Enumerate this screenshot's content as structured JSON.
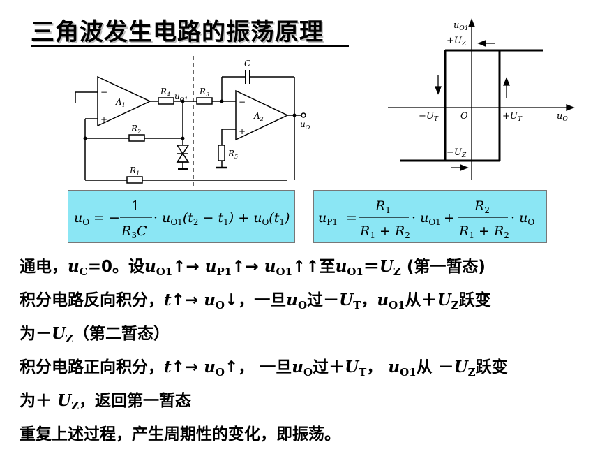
{
  "title": "三角波发生电路的振荡原理",
  "circuit": {
    "opamp1": "A",
    "opamp1_sub": "1",
    "opamp2": "A",
    "opamp2_sub": "2",
    "minus": "−",
    "plus": "+",
    "r4": "R",
    "r4_sub": "4",
    "r3": "R",
    "r3_sub": "3",
    "r2": "R",
    "r2_sub": "2",
    "r1": "R",
    "r1_sub": "1",
    "r5": "R",
    "r5_sub": "5",
    "cap": "C",
    "uo1": "u",
    "uo1_sub": "O1",
    "uo": "u",
    "uo_sub": "O"
  },
  "hysteresis": {
    "y_axis": "u",
    "y_axis_sub": "O1",
    "top_level": "+U",
    "top_level_sub": "Z",
    "bottom_level": "−U",
    "bottom_level_sub": "Z",
    "left_thr": "−U",
    "left_thr_sub": "T",
    "right_thr": "+U",
    "right_thr_sub": "T",
    "origin": "O",
    "x_axis": "u",
    "x_axis_sub": "O"
  },
  "formula1": {
    "lhs": "u",
    "lhs_sub": "O",
    "eq_minus": "= −",
    "num": "1",
    "den_r": "R",
    "den_sub": "3",
    "den_c": "C",
    "term": "· u",
    "term_sub": "O1",
    "paren": "(t",
    "t2": "2",
    "minus_t": " − t",
    "t1": "1",
    "plus_u": ") + u",
    "plus_u_sub": "O",
    "tail": "(t",
    "tail_sub": "1",
    "close": ")"
  },
  "formula2": {
    "lhs": "u",
    "lhs_sub": "P1",
    "eq": "=",
    "num1": "R",
    "num1_sub": "1",
    "den1": "R",
    "den1_sub": "1",
    "den1_plus": " + R",
    "den1_sub2": "2",
    "mid": "· u",
    "mid_sub": "O1",
    "plus": "+",
    "num2": "R",
    "num2_sub": "2",
    "den2": "R",
    "den2_sub": "1",
    "den2_plus": " + R",
    "den2_sub2": "2",
    "end": "· u",
    "end_sub": "O"
  },
  "lines": [
    [
      [
        "t",
        "通电，"
      ],
      [
        "i",
        "u"
      ],
      [
        "s",
        "C"
      ],
      [
        "t",
        "=0。设"
      ],
      [
        "i",
        "u"
      ],
      [
        "s",
        "O1"
      ],
      [
        "t",
        "↑→ "
      ],
      [
        "i",
        "u"
      ],
      [
        "s",
        "P1"
      ],
      [
        "t",
        "↑→ "
      ],
      [
        "i",
        "u"
      ],
      [
        "s",
        "O1"
      ],
      [
        "t",
        "↑↑至"
      ],
      [
        "i",
        "u"
      ],
      [
        "s",
        "O1"
      ],
      [
        "t",
        "＝"
      ],
      [
        "i",
        "U"
      ],
      [
        "s",
        "Z"
      ],
      [
        "t",
        " (第一暂态)"
      ]
    ],
    [
      [
        "t",
        "积分电路反向积分，"
      ],
      [
        "i",
        "t"
      ],
      [
        "t",
        "↑→ "
      ],
      [
        "i",
        "u"
      ],
      [
        "s",
        "O"
      ],
      [
        "t",
        "↓，一旦"
      ],
      [
        "i",
        "u"
      ],
      [
        "s",
        "O"
      ],
      [
        "t",
        "过－"
      ],
      [
        "i",
        "U"
      ],
      [
        "s",
        "T"
      ],
      [
        "t",
        "，"
      ],
      [
        "i",
        "u"
      ],
      [
        "s",
        "O1"
      ],
      [
        "t",
        "从＋"
      ],
      [
        "i",
        "U"
      ],
      [
        "s",
        "Z"
      ],
      [
        "t",
        "跃变"
      ]
    ],
    [
      [
        "t",
        "为－"
      ],
      [
        "i",
        "U"
      ],
      [
        "s",
        "Z"
      ],
      [
        "t",
        "（第二暂态）"
      ]
    ],
    [
      [
        "t",
        "积分电路正向积分，"
      ],
      [
        "i",
        "t"
      ],
      [
        "t",
        "↑→ "
      ],
      [
        "i",
        "u"
      ],
      [
        "s",
        "O"
      ],
      [
        "t",
        "↑， 一旦"
      ],
      [
        "i",
        "u"
      ],
      [
        "s",
        "O"
      ],
      [
        "t",
        "过＋"
      ],
      [
        "i",
        "U"
      ],
      [
        "s",
        "T"
      ],
      [
        "t",
        "， "
      ],
      [
        "i",
        "u"
      ],
      [
        "s",
        "O1"
      ],
      [
        "t",
        "从 －"
      ],
      [
        "i",
        "U"
      ],
      [
        "s",
        "Z"
      ],
      [
        "t",
        "跃变"
      ]
    ],
    [
      [
        "t",
        "为＋ "
      ],
      [
        "i",
        "U"
      ],
      [
        "s",
        "Z"
      ],
      [
        "t",
        "，返回第一暂态"
      ]
    ],
    [
      [
        "t",
        "重复上述过程，产生周期性的变化，即振荡。"
      ]
    ]
  ]
}
